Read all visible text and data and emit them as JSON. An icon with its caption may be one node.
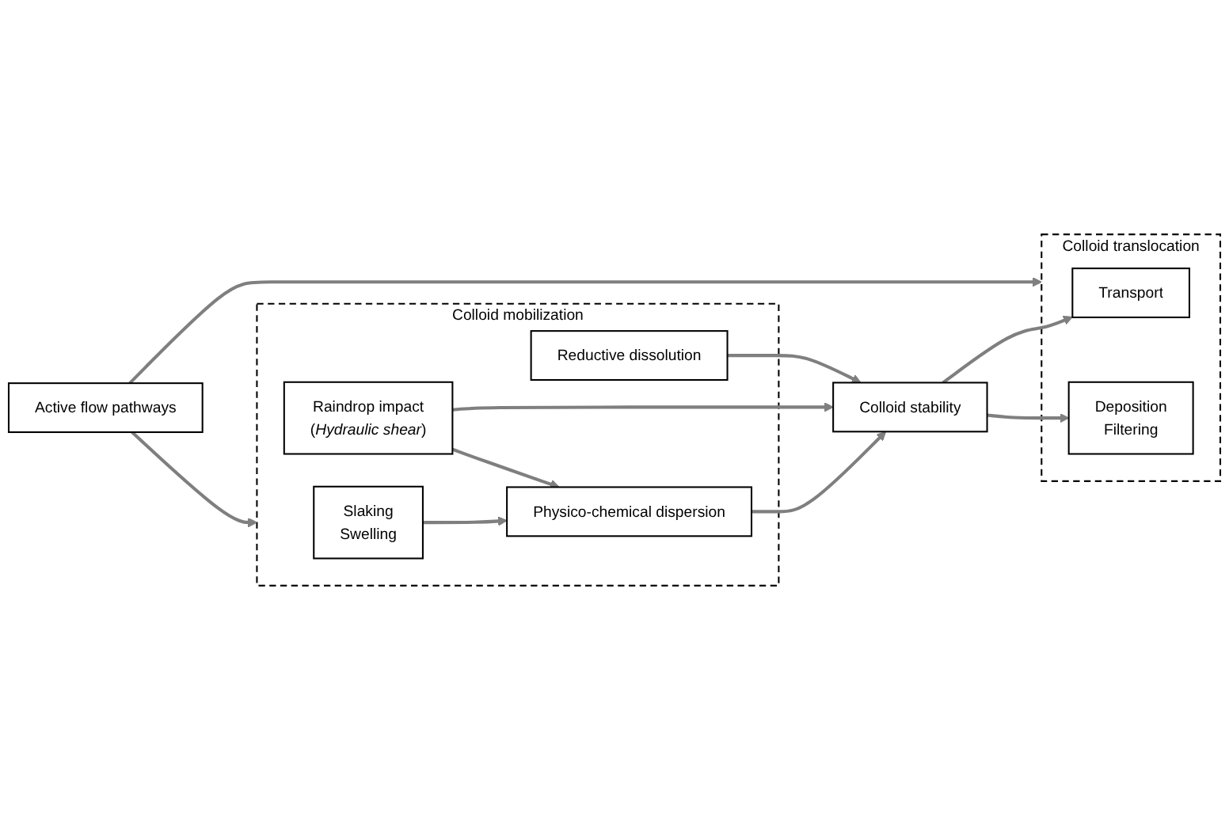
{
  "diagram": {
    "nodes": [
      {
        "text": [
          "Colloid mobilization"
        ]
      },
      {
        "text": [
          "Slaking",
          "Swelling"
        ],
        "in": 0
      },
      {
        "text": [
          "Physico-chemical dispersion"
        ],
        "in": 0
      },
      {
        "text": [
          "Raindrop impact",
          "(*Hydraulic shear*)"
        ],
        "in": 0
      },
      {
        "text": [
          "Reductive dissolution"
        ],
        "in": 0
      },
      {
        "text": [
          "Colloid stability"
        ]
      },
      {
        "text": [
          "Colloid translocation"
        ]
      },
      {
        "text": [
          "Transport"
        ],
        "in": 6
      },
      {
        "text": [
          "Deposition",
          "Filtering"
        ],
        "in": 6
      },
      {
        "text": [
          "Active flow pathways"
        ]
      }
    ],
    "edges": [
      {
        "from": 1,
        "to": 2,
        "arrow": "to"
      },
      {
        "from": 2,
        "to": 5,
        "arrow": "to"
      },
      {
        "from": 3,
        "to": 5,
        "arrow": "to"
      },
      {
        "from": 3,
        "to": 2,
        "arrow": "to"
      },
      {
        "from": 4,
        "to": 5,
        "arrow": "to"
      },
      {
        "from": 5,
        "to": 7,
        "arrow": "to"
      },
      {
        "from": 5,
        "to": 8,
        "arrow": "to"
      },
      {
        "from": 9,
        "to": 0,
        "arrow": "to"
      },
      {
        "from": 9,
        "to": 6,
        "arrow": "to"
      }
    ]
  }
}
